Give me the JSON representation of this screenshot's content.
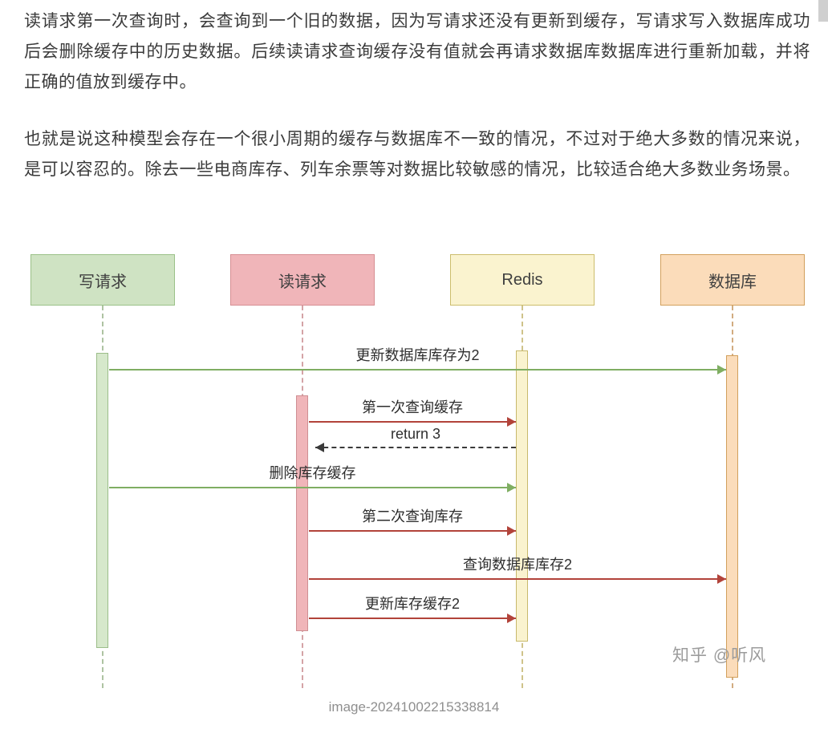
{
  "article": {
    "paragraphs": [
      "读请求第一次查询时，会查询到一个旧的数据，因为写请求还没有更新到缓存，写请求写入数据库成功后会删除缓存中的历史数据。后续读请求查询缓存没有值就会再请求数据库数据库进行重新加载，并将正确的值放到缓存中。",
      "也就是说这种模型会存在一个很小周期的缓存与数据库不一致的情况，不过对于绝大多数的情况来说，是可以容忍的。除去一些电商库存、列车余票等对数据比较敏感的情况，比较适合绝大多数业务场景。"
    ],
    "watermark": "知乎 @听风",
    "caption": "image-20241002215338814"
  },
  "diagram": {
    "type": "sequence-diagram",
    "actors": [
      {
        "name": "写请求",
        "fill": "#cfe3c3",
        "border": "#9bc188"
      },
      {
        "name": "读请求",
        "fill": "#f0b5b9",
        "border": "#d68f93"
      },
      {
        "name": "Redis",
        "fill": "#faf3cf",
        "border": "#ccbd6c"
      },
      {
        "name": "数据库",
        "fill": "#fbdcba",
        "border": "#d2a05c"
      }
    ],
    "messages": [
      {
        "label": "更新数据库库存为2",
        "from": "写请求",
        "to": "数据库",
        "line": "solid",
        "color": "#7fae62"
      },
      {
        "label": "第一次查询缓存",
        "from": "读请求",
        "to": "Redis",
        "line": "solid",
        "color": "#b2433a"
      },
      {
        "label": "return 3",
        "from": "Redis",
        "to": "读请求",
        "line": "dashed",
        "color": "#3a3a3a"
      },
      {
        "label": "删除库存缓存",
        "from": "写请求",
        "to": "Redis",
        "line": "solid",
        "color": "#7fae62"
      },
      {
        "label": "第二次查询库存",
        "from": "读请求",
        "to": "Redis",
        "line": "solid",
        "color": "#b2433a"
      },
      {
        "label": "查询数据库库存2",
        "from": "读请求",
        "to": "数据库",
        "line": "solid",
        "color": "#b2433a"
      },
      {
        "label": "更新库存缓存2",
        "from": "读请求",
        "to": "Redis",
        "line": "solid",
        "color": "#b2433a"
      }
    ]
  }
}
